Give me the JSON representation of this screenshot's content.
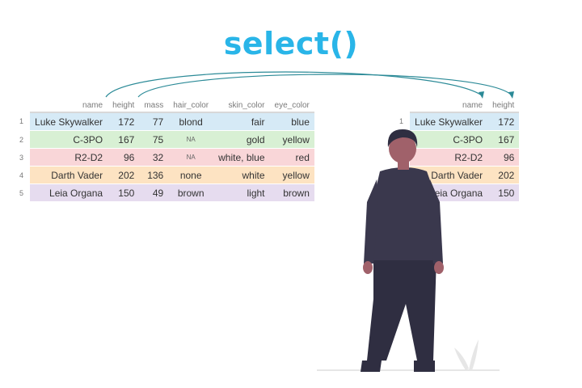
{
  "title": "select()",
  "left_table": {
    "columns": [
      "name",
      "height",
      "mass",
      "hair_color",
      "skin_color",
      "eye_color"
    ],
    "rows": [
      {
        "index": "1",
        "cells": [
          "Luke Skywalker",
          "172",
          "77",
          "blond",
          "fair",
          "blue"
        ]
      },
      {
        "index": "2",
        "cells": [
          "C-3PO",
          "167",
          "75",
          "NA",
          "gold",
          "yellow"
        ]
      },
      {
        "index": "3",
        "cells": [
          "R2-D2",
          "96",
          "32",
          "NA",
          "white, blue",
          "red"
        ]
      },
      {
        "index": "4",
        "cells": [
          "Darth Vader",
          "202",
          "136",
          "none",
          "white",
          "yellow"
        ]
      },
      {
        "index": "5",
        "cells": [
          "Leia Organa",
          "150",
          "49",
          "brown",
          "light",
          "brown"
        ]
      }
    ]
  },
  "right_table": {
    "columns": [
      "name",
      "height"
    ],
    "rows": [
      {
        "index": "1",
        "cells": [
          "Luke Skywalker",
          "172"
        ]
      },
      {
        "index": "",
        "cells": [
          "C-3PO",
          "167"
        ]
      },
      {
        "index": "",
        "cells": [
          "R2-D2",
          "96"
        ]
      },
      {
        "index": "",
        "cells": [
          "Darth Vader",
          "202"
        ]
      },
      {
        "index": "",
        "cells": [
          "Leia Organa",
          "150"
        ]
      }
    ]
  },
  "colors": {
    "title": "#29b5e8",
    "arrow": "#2b8a97",
    "row_blue": "#d6eaf6",
    "row_green": "#d8f0d4",
    "row_red": "#f9d6d8",
    "row_orange": "#fde3c2",
    "row_purple": "#e6dcef",
    "figure_dark": "#2f2e41",
    "figure_skin": "#a0616a"
  },
  "illustration": "person-standing-looking-at-tables"
}
